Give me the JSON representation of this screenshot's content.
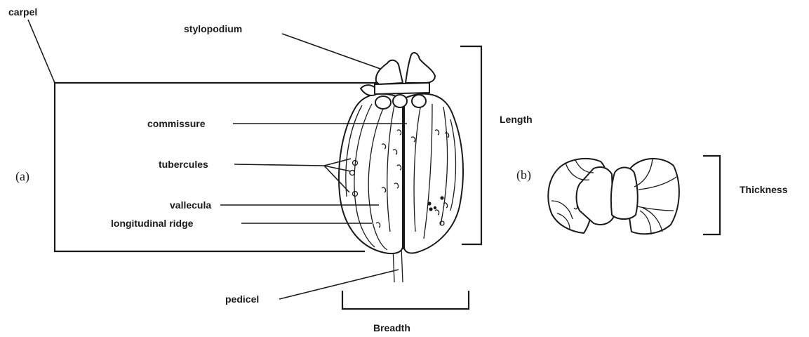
{
  "labels": {
    "carpel": "carpel",
    "stylopodium": "stylopodium",
    "commissure": "commissure",
    "tubercules": "tubercules",
    "vallecula": "vallecula",
    "longitudinal_ridge": "longitudinal ridge",
    "pedicel": "pedicel",
    "length": "Length",
    "breadth": "Breadth",
    "thickness": "Thickness",
    "panel_a": "(a)",
    "panel_b": "(b)"
  },
  "colors": {
    "ink": "#1a1a1a",
    "background": "#ffffff"
  }
}
